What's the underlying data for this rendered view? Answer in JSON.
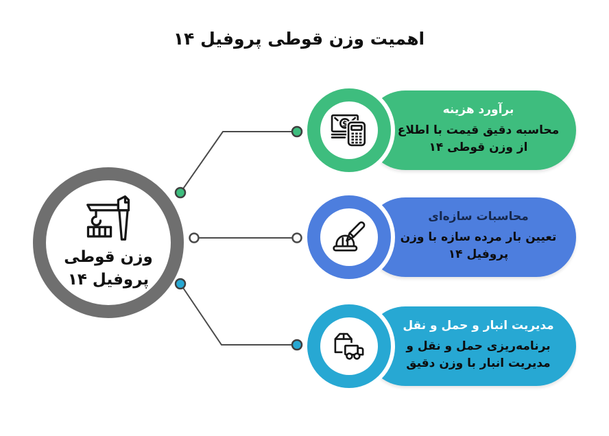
{
  "title": "اهمیت وزن قوطی پروفیل ۱۴",
  "hub": {
    "icon": "crane-icon",
    "label_line1": "وزن قوطی",
    "label_line2": "پروفیل ۱۴",
    "ring_color": "#6f6f6f"
  },
  "cards": [
    {
      "id": "cost-estimation",
      "icon": "money-calculator-icon",
      "title": "برآورد هزینه",
      "body_line1": "محاسبه دقیق قیمت با اطلاع",
      "body_line2": "از وزن قوطی ۱۴",
      "color": "#3ebd7e",
      "title_color": "#ffffff"
    },
    {
      "id": "structural-calculations",
      "icon": "helmet-pencil-icon",
      "title": "محاسبات سازه‌ای",
      "body_line1": "تعیین بار مرده سازه با وزن",
      "body_line2": "پروفیل ۱۴",
      "color": "#4d7ede",
      "title_color": "#16284d"
    },
    {
      "id": "logistics",
      "icon": "box-truck-icon",
      "title": "مدیریت انبار و حمل و نقل",
      "body_line1": "برنامه‌ریزی حمل و نقل و",
      "body_line2": "مدیریت انبار با وزن دقیق",
      "color": "#27a8d3",
      "title_color": "#ffffff"
    }
  ],
  "connectors": {
    "line_color": "#4a4a4a",
    "dot_stroke": "#3f3f3f",
    "white_dot": "#ffffff"
  }
}
